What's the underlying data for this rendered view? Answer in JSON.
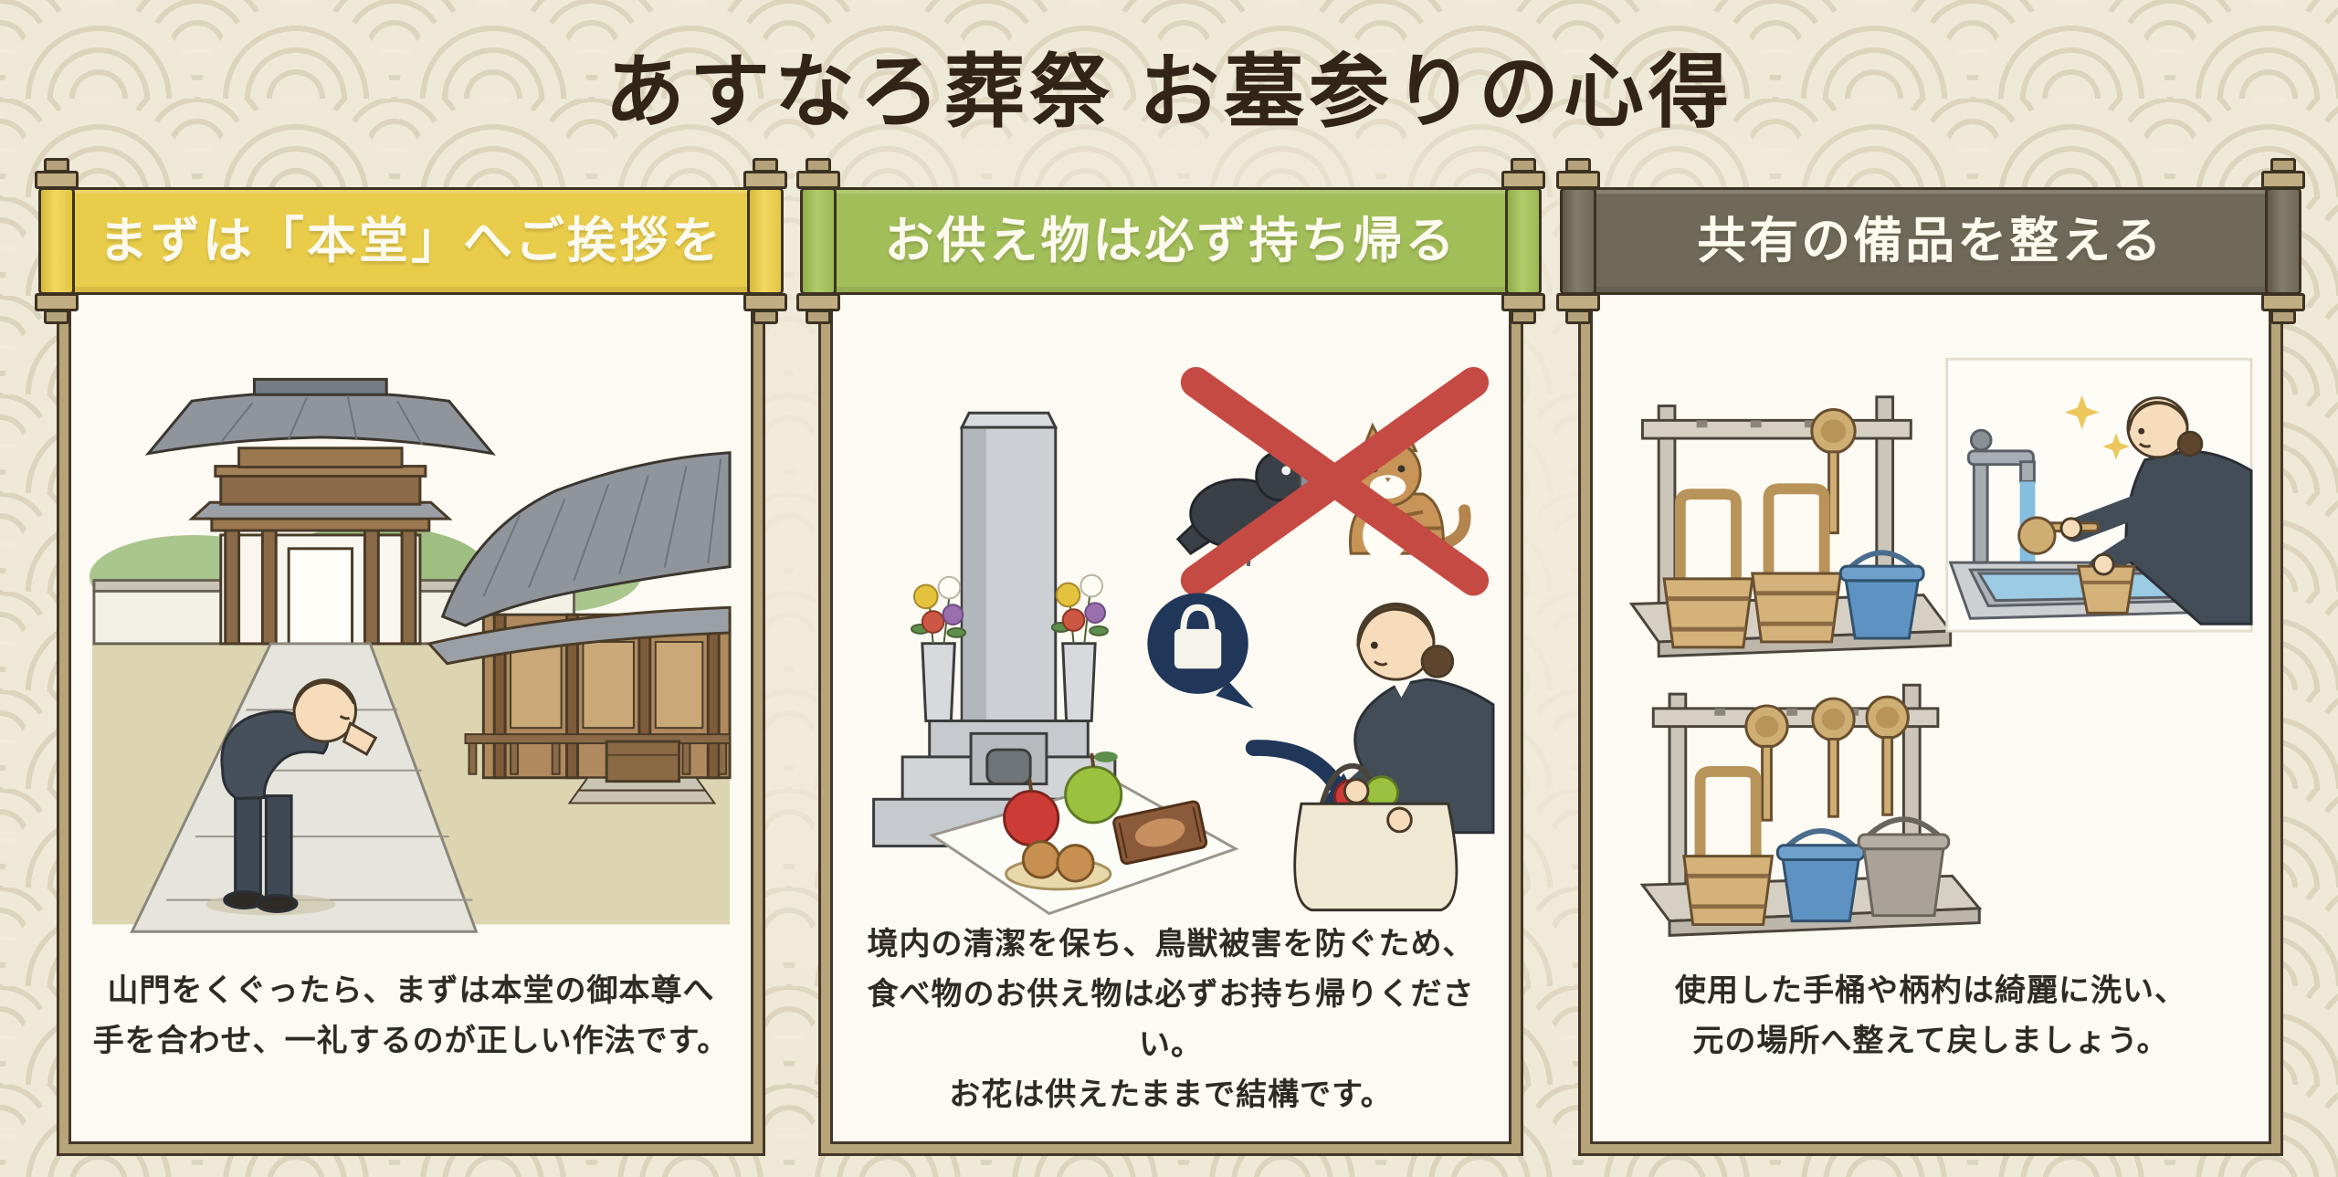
{
  "title": "あすなろ葬祭 お墓参りの心得",
  "panels": [
    {
      "id": "greet-main-hall",
      "banner": "まずは「本堂」へご挨拶を",
      "banner_color": "#e9cd4a",
      "caption_lines": [
        "山門をくぐったら、まずは本堂の御本尊へ",
        "手を合わせ、一礼するのが正しい作法です。"
      ],
      "illustration_alt": "喪服の男性が山門と本堂の前で手を合わせて一礼している"
    },
    {
      "id": "take-offerings-home",
      "banner": "お供え物は必ず持ち帰る",
      "banner_color": "#a2be59",
      "caption_lines": [
        "境内の清潔を保ち、鳥獣被害を防ぐため、",
        "食べ物のお供え物は必ずお持ち帰りください。",
        "お花は供えたままで結構です。"
      ],
      "illustration_alt": "墓石とお供え物、カラスと猫に赤いバツ印、女性がお供え物をバッグへ入れる"
    },
    {
      "id": "tidy-shared-equipment",
      "banner": "共有の備品を整える",
      "banner_color": "#6f6959",
      "caption_lines": [
        "使用した手桶や柄杓は綺麗に洗い、",
        "元の場所へ整えて戻しましょう。"
      ],
      "illustration_alt": "手桶と柄杓の置き場、女性が水道で手桶を洗っている"
    }
  ],
  "colors": {
    "background": "#f1ebdb",
    "pattern": "#ddd4bd",
    "card": "#fcfaf2",
    "frame_tan": "#b7a478",
    "frame_line": "#433828",
    "banner_text": "#fcfaee",
    "caption_text": "#2f2b24",
    "title_text": "#322416",
    "accent_navy": "#21375a",
    "accent_red": "#c64a44"
  }
}
